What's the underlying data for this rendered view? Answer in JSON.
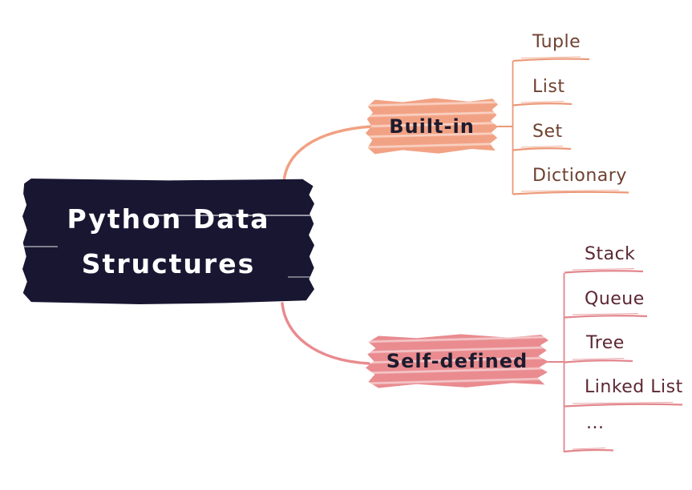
{
  "title": {
    "line1": "Python Data",
    "line2": "Structures"
  },
  "branches": [
    {
      "label": "Built-in",
      "children": [
        "Tuple",
        "List",
        "Set",
        "Dictionary"
      ]
    },
    {
      "label": "Self-defined",
      "children": [
        "Stack",
        "Queue",
        "Tree",
        "Linked List",
        "..."
      ]
    }
  ],
  "colors": {
    "background": "#ffffff",
    "root_node_bg": "#191632",
    "root_node_text": "#ffffff",
    "builtin_band": "#f2a284",
    "builtin_connector": "#ec9878",
    "builtin_leaf_text": "#6f4130",
    "selfdefined_band": "#e98b8f",
    "selfdefined_connector": "#e2868c",
    "selfdefined_leaf_text": "#5c2733",
    "branch_label_text": "#1d1b2e"
  }
}
